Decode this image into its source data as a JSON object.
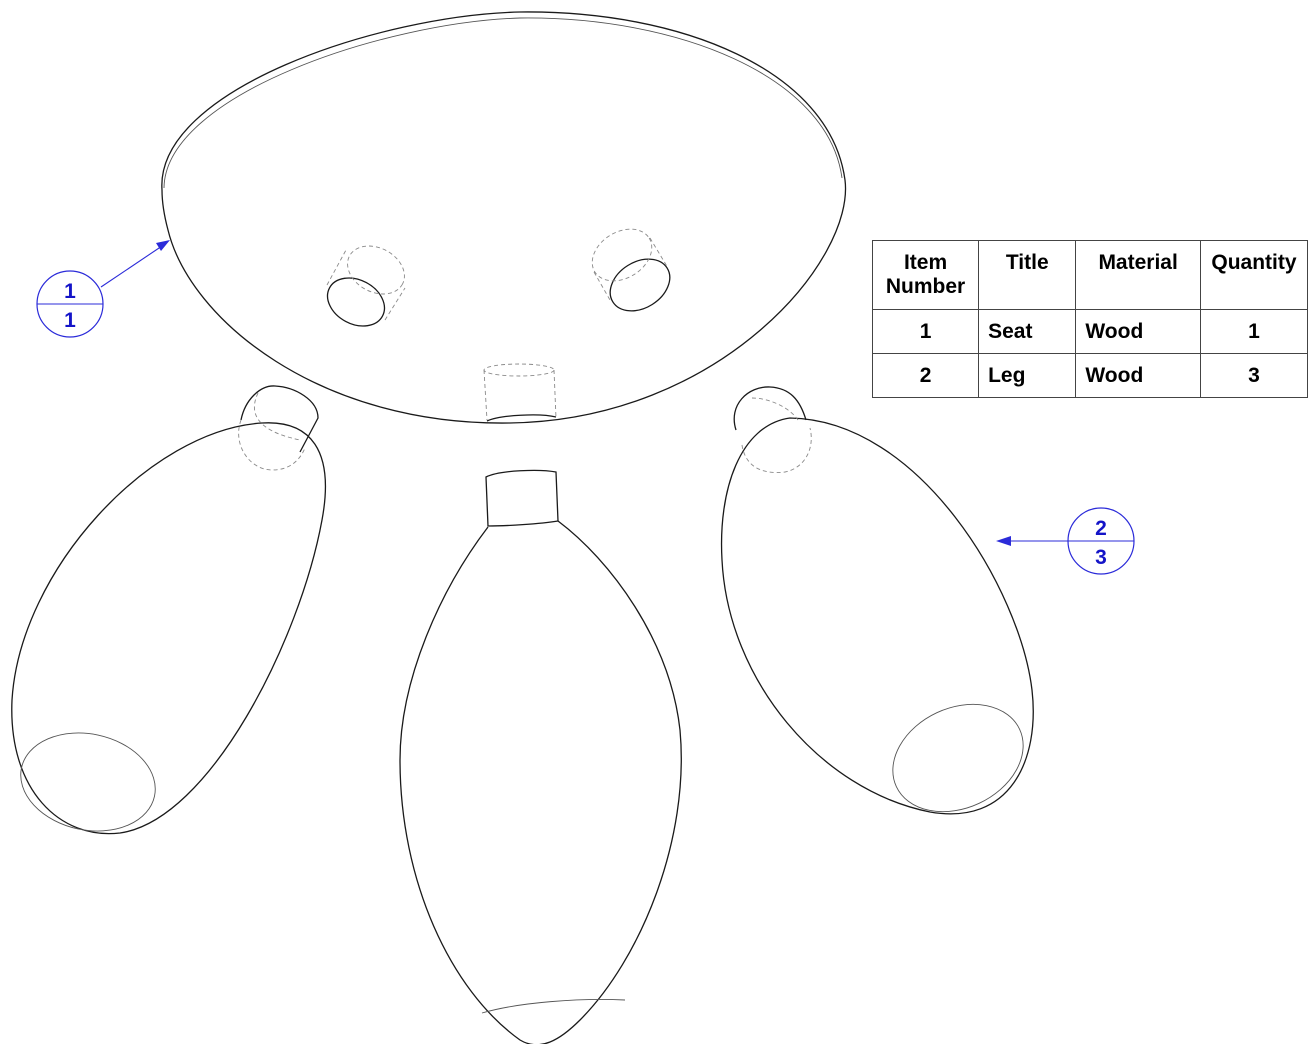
{
  "bom": {
    "headers": {
      "item": "Item",
      "item_line2": "Number",
      "title": "Title",
      "material": "Material",
      "quantity": "Quantity"
    },
    "rows": [
      {
        "item": "1",
        "title": "Seat",
        "material": "Wood",
        "quantity": "1"
      },
      {
        "item": "2",
        "title": "Leg",
        "material": "Wood",
        "quantity": "3"
      }
    ]
  },
  "callouts": [
    {
      "item": "1",
      "quantity": "1"
    },
    {
      "item": "2",
      "quantity": "3"
    }
  ],
  "colors": {
    "callout": "#1414c8",
    "line": "#1a1a1a",
    "hidden": "#8a8a8a"
  }
}
